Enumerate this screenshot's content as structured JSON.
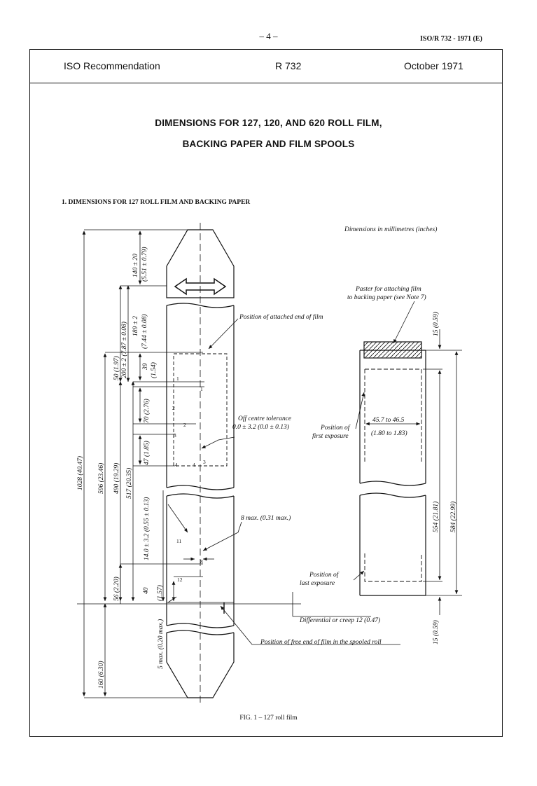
{
  "page": {
    "number": "– 4 –",
    "doc_ref": "ISO/R 732 - 1971 (E)"
  },
  "header": {
    "left": "ISO Recommendation",
    "center": "R 732",
    "right": "October 1971"
  },
  "title": {
    "line1": "DIMENSIONS FOR 127, 120, AND 620 ROLL FILM,",
    "line2": "BACKING PAPER AND FILM SPOOLS"
  },
  "section": {
    "heading": "1.  DIMENSIONS FOR 127 ROLL FILM AND BACKING PAPER"
  },
  "figure": {
    "units_note": "Dimensions in millimetres (inches)",
    "caption": "FIG. 1  –  127 roll film",
    "annotations": {
      "attached_end": "Position of attached end of film",
      "off_centre_1": "Off centre tolerance",
      "off_centre_2": "0.0 ± 3.2 (0.0 ± 0.13)",
      "max8": "8 max. (0.31 max.)",
      "free_end": "Position of free end of film in the spooled roll",
      "differential": "Differential or creep 12 (0.47)",
      "paster_1": "Paster for attaching film",
      "paster_2": "to backing paper (see Note 7)",
      "first_exp_1": "Position of",
      "first_exp_2": "first exposure",
      "last_exp_1": "Position of",
      "last_exp_2": "last exposure",
      "width_1": "45.7 to 46.5",
      "width_2": "(1.80 to 1.83)"
    },
    "dims": {
      "d1028": "1028 (40.47)",
      "d596": "596 (23.46)",
      "d490": "490 (19.29)",
      "d517": "517 (20.35)",
      "d160": "160 (6.30)",
      "d56": "56 (2.20)",
      "d50": "50 (1.97)",
      "d200": "200 ± 2 (7.87 ± 0.08)",
      "d189a": "189 ± 2",
      "d189b": "(7.44 ± 0.08)",
      "d140a": "140 ± 20",
      "d140b": "(5.51 ± 0.79)",
      "d39a": "39",
      "d39b": "(1.54)",
      "d70": "70 (2.76)",
      "d47": "47 (1.85)",
      "d14": "14.0 ± 3.2 (0.55 ± 0.13)",
      "d40a": "40",
      "d40b": "(1.57)",
      "d5": "5 max. (0.20 max.)",
      "d554": "554 (21.81)",
      "d584": "584 (22.99)",
      "d15top": "15 (0.59)",
      "d15bot": "15 (0.59)"
    },
    "frame_marks": [
      "1",
      "1",
      "2",
      "2",
      "3",
      "3",
      "4",
      "4",
      "11",
      "12",
      "8"
    ]
  }
}
